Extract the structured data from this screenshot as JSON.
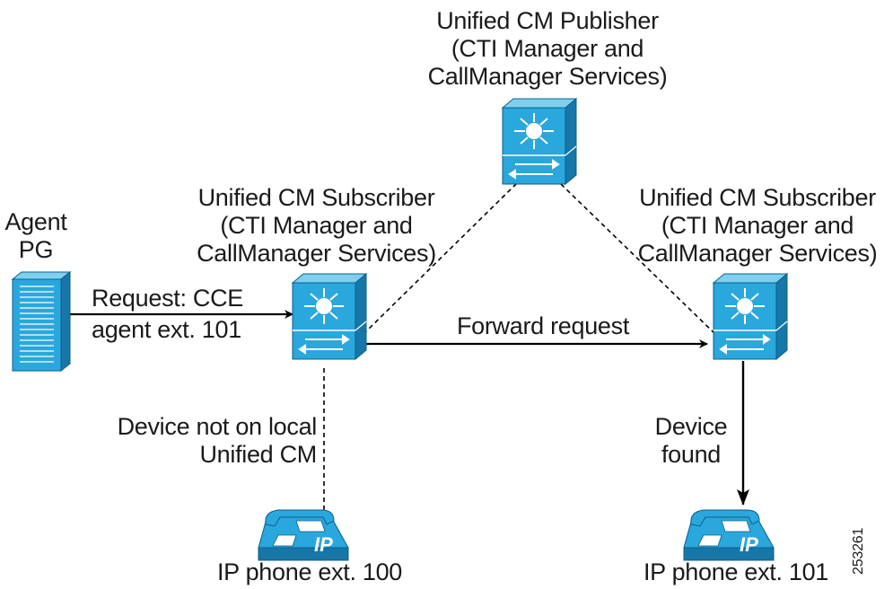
{
  "publisher": {
    "title": "Unified CM Publisher",
    "line2": "(CTI Manager and",
    "line3": "CallManager Services)"
  },
  "subscriber_left": {
    "title": "Unified CM Subscriber",
    "line2": "(CTI Manager and",
    "line3": "CallManager Services)"
  },
  "subscriber_right": {
    "title": "Unified CM Subscriber",
    "line2": "(CTI Manager and",
    "line3": "CallManager Services)"
  },
  "agent_pg": {
    "line1": "Agent",
    "line2": "PG"
  },
  "request": {
    "line1": "Request: CCE",
    "line2": "agent ext. 101"
  },
  "forward_request": "Forward request",
  "device_not_local": {
    "line1": "Device not on local",
    "line2": "Unified CM"
  },
  "device_found": {
    "line1": "Device",
    "line2": "found"
  },
  "phone_left": {
    "label": "IP phone ext. 100",
    "badge": "IP"
  },
  "phone_right": {
    "label": "IP phone ext. 101",
    "badge": "IP"
  },
  "figure_id": "253261",
  "colors": {
    "device_blue": "#2aa7dc",
    "device_dark": "#1680b3",
    "line": "#000000"
  }
}
